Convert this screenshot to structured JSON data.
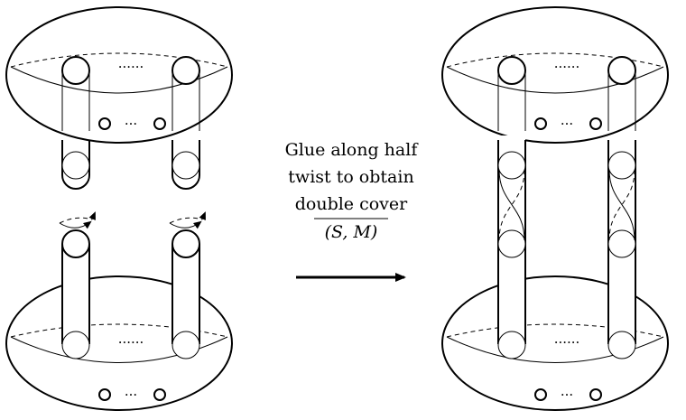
{
  "caption": {
    "line1": "Glue along half",
    "line2": "twist to obtain",
    "line3": "double cover",
    "line4": "(S, M)"
  },
  "ellipsis": "······",
  "mid_ellipsis": "···"
}
